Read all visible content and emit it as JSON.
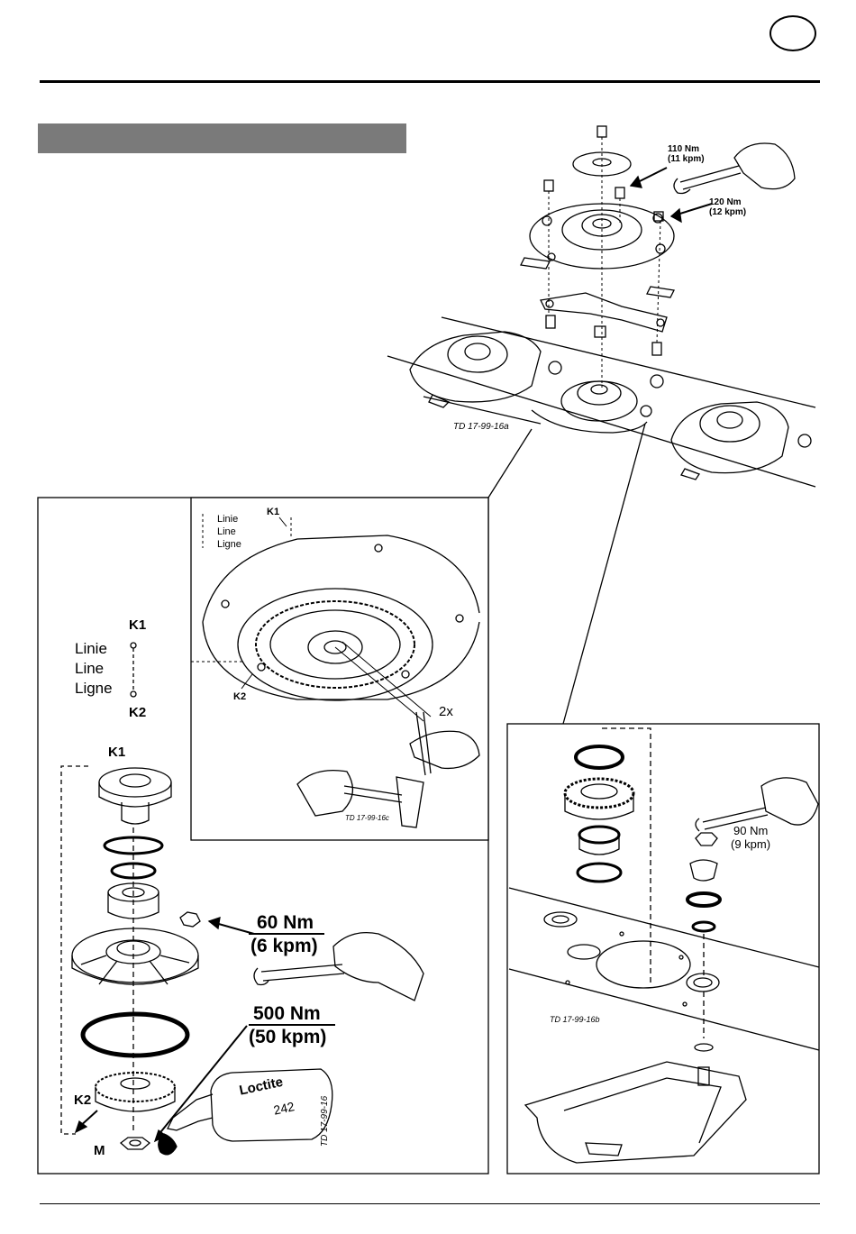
{
  "header": {
    "lang_badge": ""
  },
  "section_title": "",
  "top_figure": {
    "torque_1_nm": "110 Nm",
    "torque_1_kpm": "(11 kpm)",
    "torque_2_nm": "120 Nm",
    "torque_2_kpm": "(12 kpm)",
    "ref": "TD 17-99-16a"
  },
  "left_figure": {
    "k1_top": "K1",
    "line_de": "Linie",
    "line_en": "Line",
    "line_fr": "Ligne",
    "k2_top": "K2",
    "k1_stack": "K1",
    "torque_a_nm": "60 Nm",
    "torque_a_kpm": "(6 kpm)",
    "torque_b_nm": "500 Nm",
    "torque_b_kpm": "(50 kpm)",
    "k2_stack": "K2",
    "m_label": "M",
    "loctite_brand": "Loctite",
    "loctite_number": "242",
    "ref": "TD 17-99-16"
  },
  "inset_figure": {
    "k1": "K1",
    "line_de": "Linie",
    "line_en": "Line",
    "line_fr": "Ligne",
    "k2": "K2",
    "count": "2x",
    "ref": "TD 17-99-16c"
  },
  "right_figure": {
    "torque_nm": "90 Nm",
    "torque_kpm": "(9 kpm)",
    "ref": "TD 17-99-16b"
  }
}
